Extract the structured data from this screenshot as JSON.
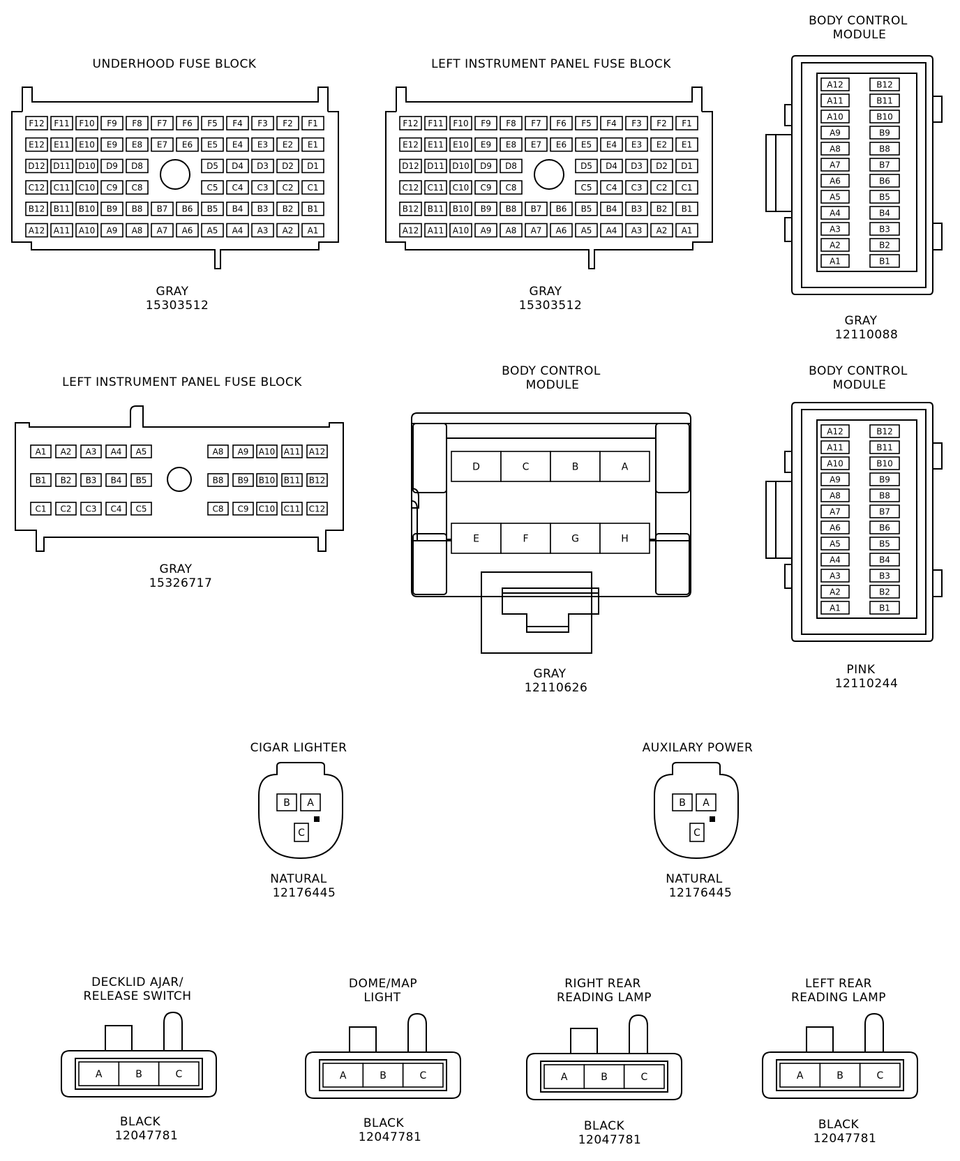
{
  "connectors": {
    "underhood": {
      "title": "UNDERHOOD FUSE BLOCK",
      "color": "GRAY",
      "part": "15303512"
    },
    "lipfb1": {
      "title": "LEFT INSTRUMENT PANEL FUSE BLOCK",
      "color": "GRAY",
      "part": "15303512"
    },
    "bcm1": {
      "title_line1": "BODY CONTROL",
      "title_line2": "MODULE",
      "color": "GRAY",
      "part": "12110088"
    },
    "lipfb2": {
      "title": "LEFT INSTRUMENT PANEL FUSE BLOCK",
      "color": "GRAY",
      "part": "15326717"
    },
    "bcm2": {
      "title_line1": "BODY CONTROL",
      "title_line2": "MODULE",
      "color": "GRAY",
      "part": "12110626"
    },
    "bcm3": {
      "title_line1": "BODY CONTROL",
      "title_line2": "MODULE",
      "color": "PINK",
      "part": "12110244"
    },
    "cigar": {
      "title": "CIGAR LIGHTER",
      "color": "NATURAL",
      "part": "12176445"
    },
    "aux": {
      "title": "AUXILARY POWER",
      "color": "NATURAL",
      "part": "12176445"
    },
    "decklid": {
      "title_line1": "DECKLID AJAR/",
      "title_line2": "RELEASE SWITCH",
      "color": "BLACK",
      "part": "12047781"
    },
    "dome": {
      "title_line1": "DOME/MAP",
      "title_line2": "LIGHT",
      "color": "BLACK",
      "part": "12047781"
    },
    "rrlamp": {
      "title_line1": "RIGHT REAR",
      "title_line2": "READING LAMP",
      "color": "BLACK",
      "part": "12047781"
    },
    "lrlamp": {
      "title_line1": "LEFT REAR",
      "title_line2": "READING LAMP",
      "color": "BLACK",
      "part": "12047781"
    }
  },
  "pins": {
    "fuse_rows": [
      "F",
      "E",
      "D",
      "C",
      "B",
      "A"
    ],
    "fuse_cols": [
      "12",
      "11",
      "10",
      "9",
      "8",
      "7",
      "6",
      "5",
      "4",
      "3",
      "2",
      "1"
    ],
    "bcm_a": [
      "A12",
      "A11",
      "A10",
      "A9",
      "A8",
      "A7",
      "A6",
      "A5",
      "A4",
      "A3",
      "A2",
      "A1"
    ],
    "bcm_b": [
      "B12",
      "B11",
      "B10",
      "B9",
      "B8",
      "B7",
      "B6",
      "B5",
      "B4",
      "B3",
      "B2",
      "B1"
    ],
    "lip2_rows": [
      [
        "A1",
        "A2",
        "A3",
        "A4",
        "A5",
        "A8",
        "A9",
        "A10",
        "A11",
        "A12"
      ],
      [
        "B1",
        "B2",
        "B3",
        "B4",
        "B5",
        "B8",
        "B9",
        "B10",
        "B11",
        "B12"
      ],
      [
        "C1",
        "C2",
        "C3",
        "C4",
        "C5",
        "C8",
        "C9",
        "C10",
        "C11",
        "C12"
      ]
    ],
    "bcm2_top": [
      "D",
      "C",
      "B",
      "A"
    ],
    "bcm2_bottom": [
      "E",
      "F",
      "G",
      "H"
    ],
    "three_way": [
      "A",
      "B",
      "C"
    ],
    "lighter": [
      "B",
      "A",
      "C"
    ]
  }
}
